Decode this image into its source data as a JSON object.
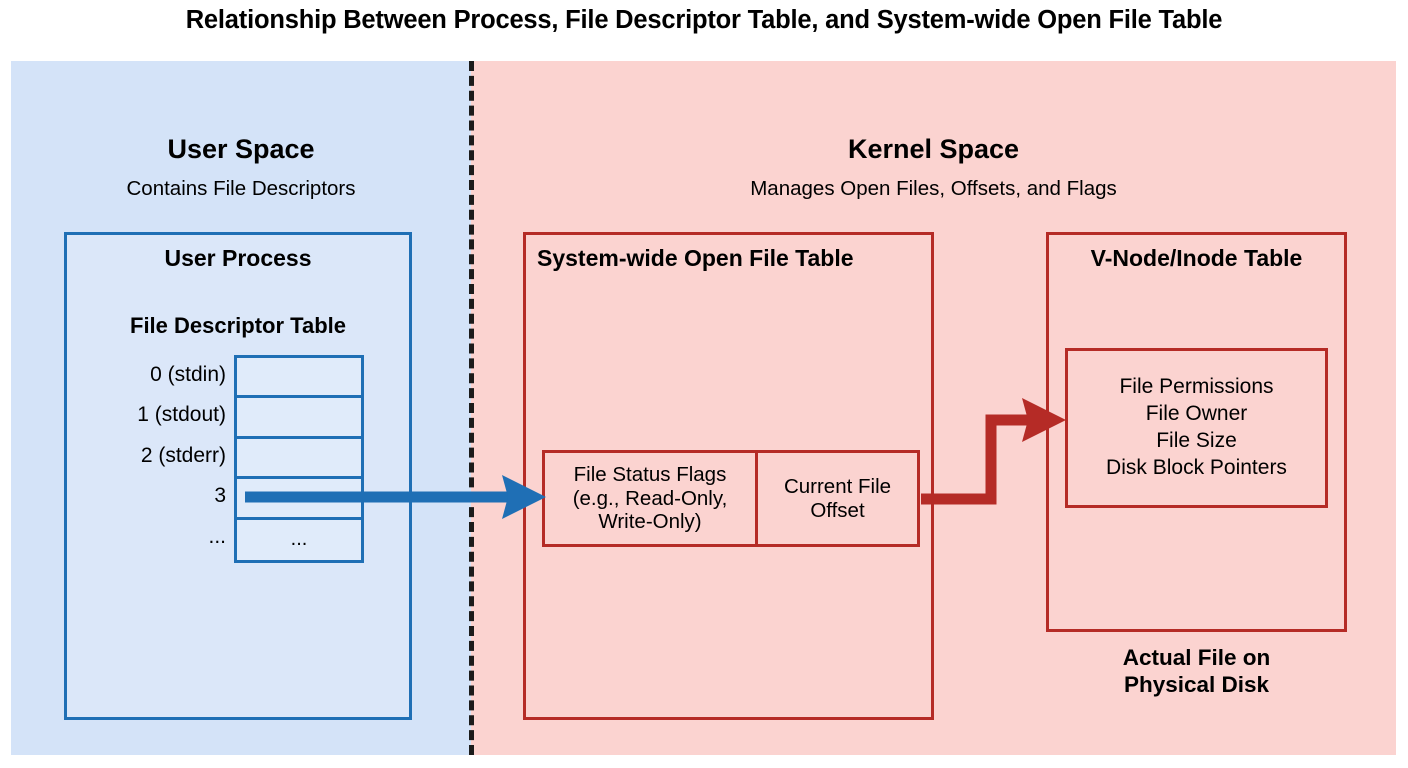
{
  "title": "Relationship Between Process, File Descriptor Table, and System-wide Open File Table",
  "colors": {
    "user_space_bg": "#d4e3f8",
    "kernel_space_bg": "#fbd3d0",
    "blue_stroke": "#1f6fb5",
    "red_stroke": "#b52b26",
    "divider": "#1b1b1b"
  },
  "user_space": {
    "title": "User Space",
    "subtitle": "Contains File Descriptors",
    "process_box": {
      "title": "User Process",
      "fd_table_title": "File Descriptor Table",
      "rows": [
        {
          "label": "0 (stdin)",
          "value": ""
        },
        {
          "label": "1 (stdout)",
          "value": ""
        },
        {
          "label": "2 (stderr)",
          "value": ""
        },
        {
          "label": "3",
          "value": ""
        },
        {
          "label": "...",
          "value": "..."
        }
      ]
    }
  },
  "kernel_space": {
    "title": "Kernel Space",
    "subtitle": "Manages Open Files, Offsets, and Flags",
    "open_file_table": {
      "title": "System-wide Open File Table",
      "entry": {
        "flags_cell": "File Status Flags (e.g., Read-Only, Write-Only)",
        "flags_cell_lines": [
          "File Status Flags",
          "(e.g., Read-Only,",
          "Write-Only)"
        ],
        "offset_cell": "Current File Offset",
        "offset_cell_lines": [
          "Current File",
          "Offset"
        ]
      }
    },
    "vnode_table": {
      "title": "V-Node/Inode Table",
      "fields": [
        "File Permissions",
        "File Owner",
        "File Size",
        "Disk Block Pointers"
      ],
      "caption": "Actual File on Physical Disk",
      "caption_lines": [
        "Actual File on",
        "Physical Disk"
      ]
    }
  },
  "arrows": [
    {
      "name": "fd-to-open-file-table",
      "color": "#1f6fb5",
      "from": "File Descriptor Table row 3",
      "to": "File Status Flags entry"
    },
    {
      "name": "open-file-table-to-vnode",
      "color": "#b52b26",
      "from": "Current File Offset",
      "to": "V-Node/Inode Table entry"
    }
  ]
}
